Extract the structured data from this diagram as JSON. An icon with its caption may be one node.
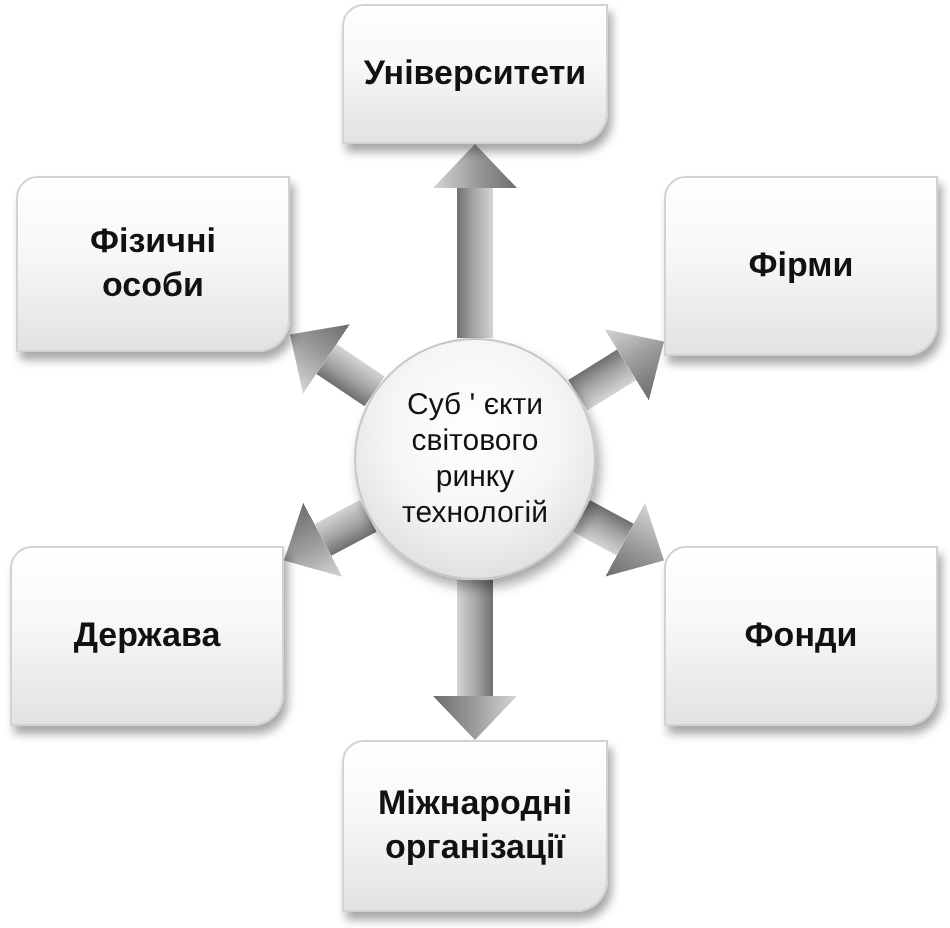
{
  "diagram": {
    "nodes": [
      {
        "text": [
          "Університети"
        ]
      },
      {
        "text": [
          "Фізичні особи"
        ]
      },
      {
        "text": [
          "Фірми"
        ]
      },
      {
        "text": [
          "Суб ' єкти світового ринку технологій"
        ]
      },
      {
        "text": [
          "Держава"
        ]
      },
      {
        "text": [
          "Фонди"
        ]
      },
      {
        "text": [
          "Міжнародні організації"
        ]
      }
    ],
    "edges": [
      {
        "from": 3,
        "to": 0,
        "arrow": "to"
      },
      {
        "from": 3,
        "to": 2,
        "arrow": "to"
      },
      {
        "from": 3,
        "to": 5,
        "arrow": "to"
      },
      {
        "from": 3,
        "to": 6,
        "arrow": "to"
      },
      {
        "from": 3,
        "to": 4,
        "arrow": "to"
      },
      {
        "from": 3,
        "to": 1,
        "arrow": "to"
      }
    ]
  }
}
